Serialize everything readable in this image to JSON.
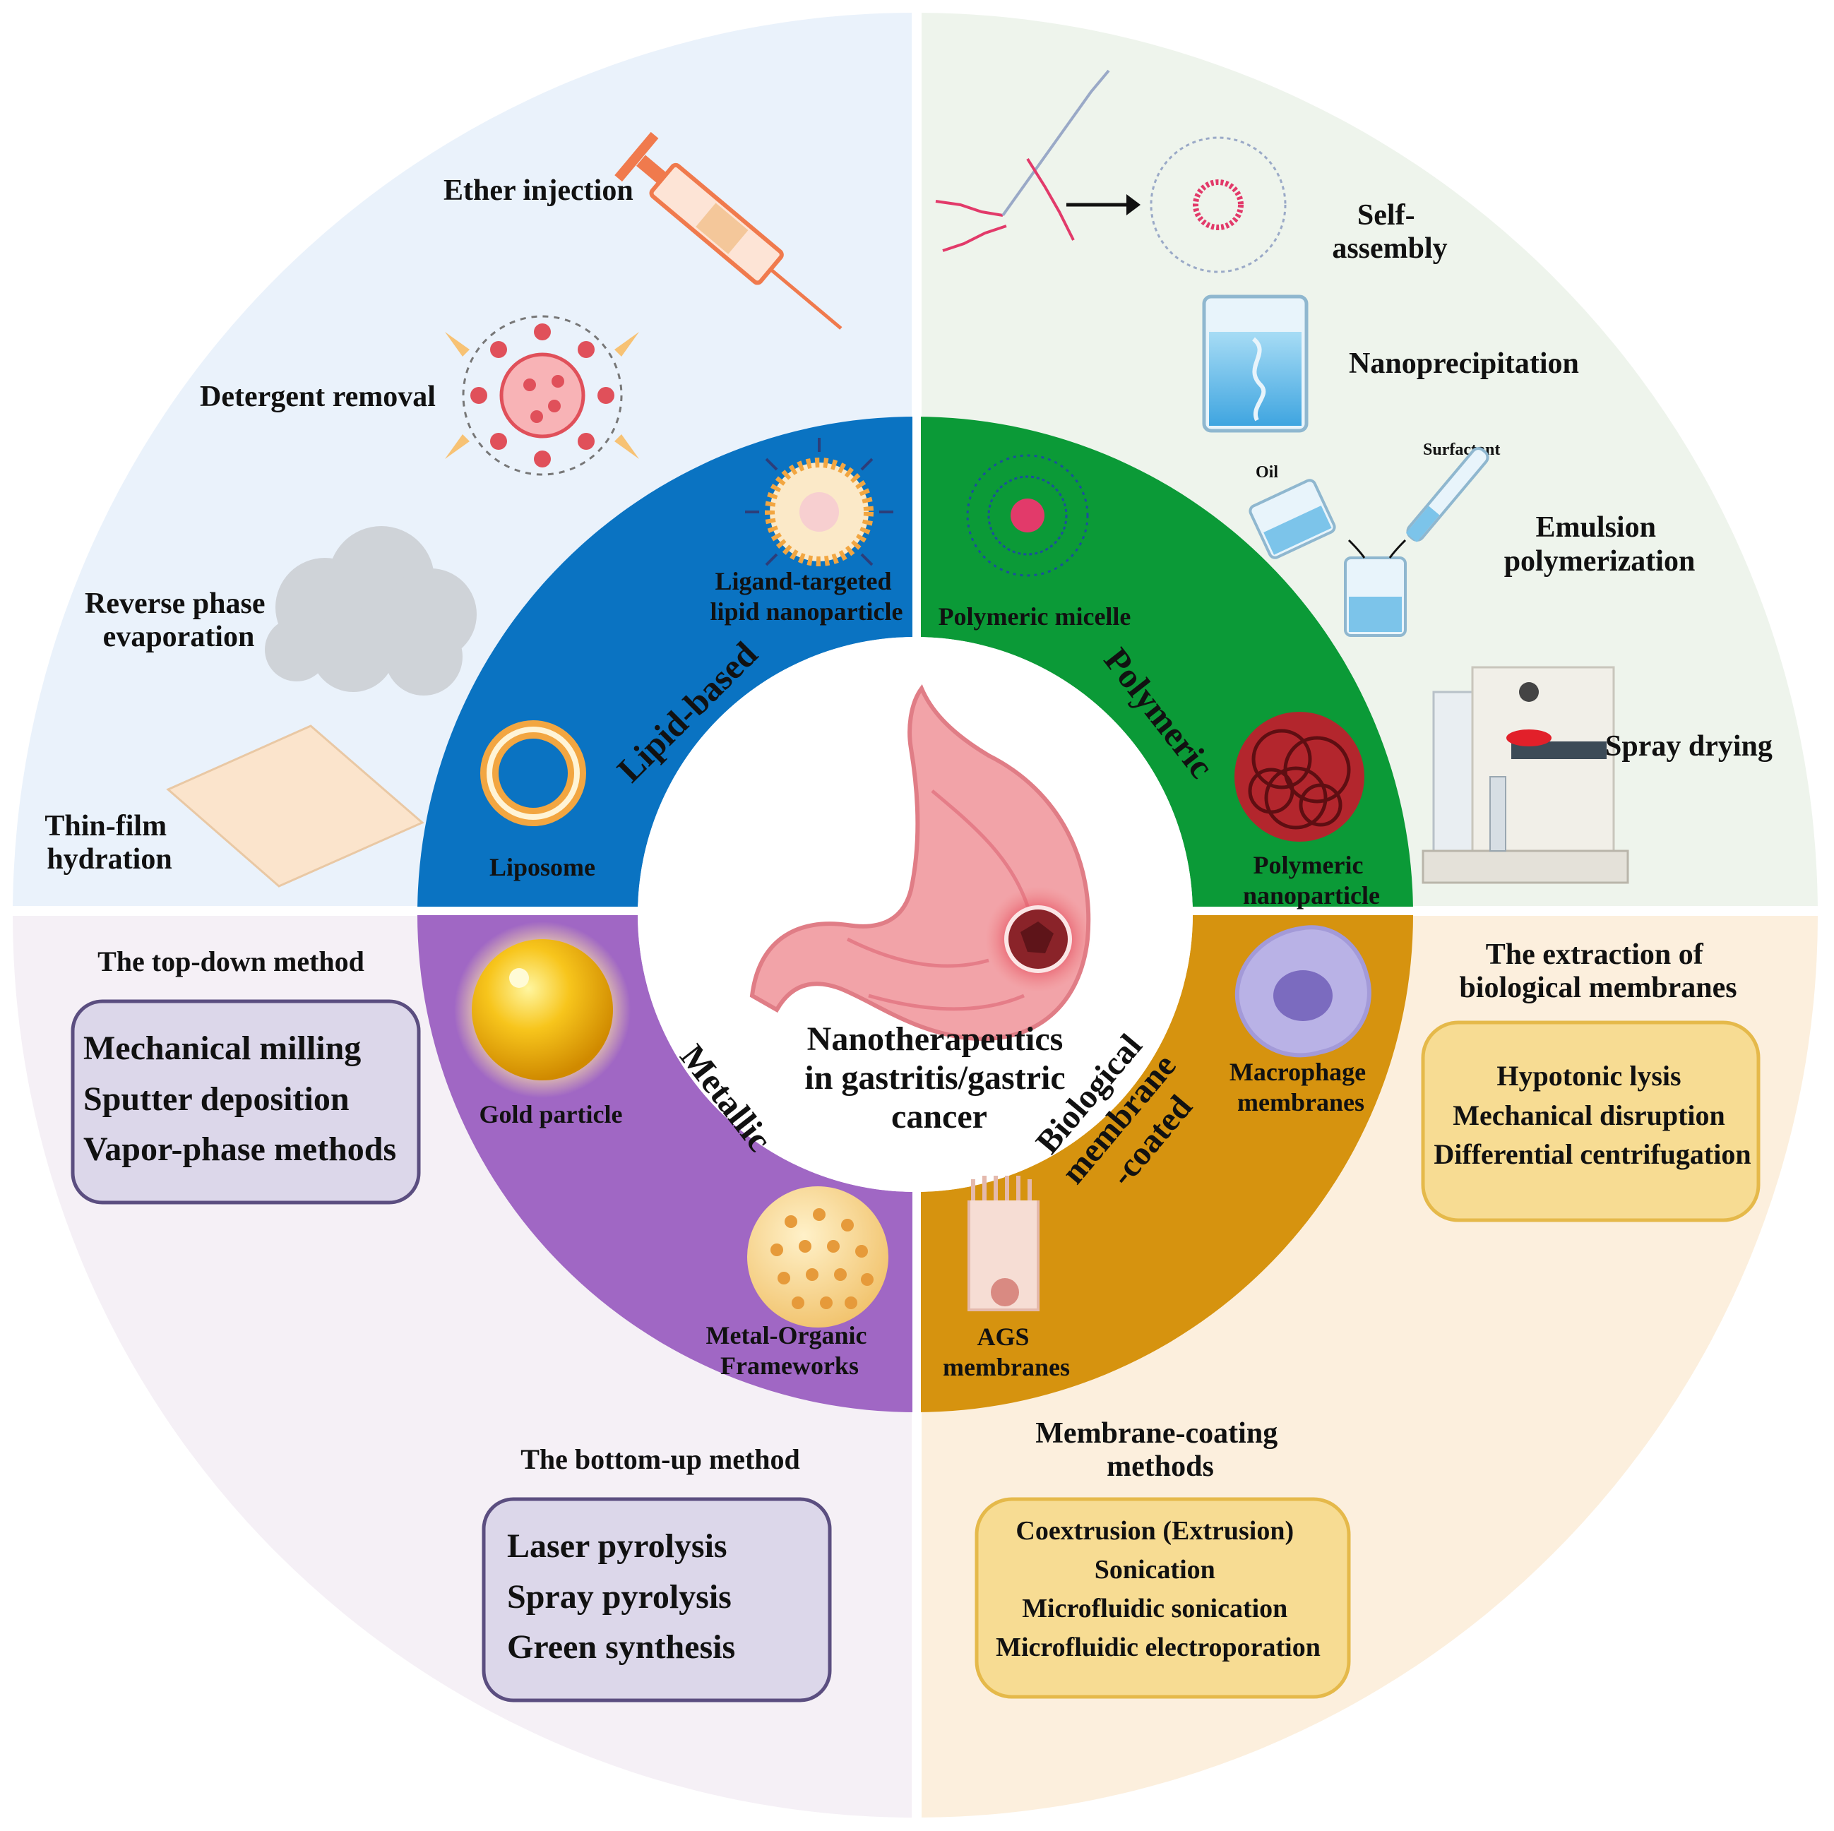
{
  "center": {
    "title_lines": [
      "Nanotherapeutics",
      "in gastritis/gastric",
      "cancer"
    ]
  },
  "categories": {
    "lipid": {
      "name": "Lipid-based",
      "items": [
        "Ligand-targeted",
        "lipid nanoparticle",
        "Liposome"
      ]
    },
    "polymeric": {
      "name": "Polymeric",
      "items": [
        "Polymeric micelle",
        "Polymeric",
        "nanoparticle"
      ]
    },
    "metallic": {
      "name": "Metallic",
      "items": [
        "Gold particle",
        "Metal-Organic",
        "Frameworks"
      ]
    },
    "biological": {
      "name_lines": [
        "Biological",
        "membrane",
        "-coated"
      ],
      "items": [
        "Macrophage",
        "membranes",
        "AGS",
        "membranes"
      ]
    }
  },
  "lipid_methods": {
    "ether": "Ether injection",
    "detergent": "Detergent removal",
    "reverse": [
      "Reverse phase",
      "evaporation"
    ],
    "thin_film": [
      "Thin-film",
      "hydration"
    ]
  },
  "polymeric_methods": {
    "self_assembly": [
      "Self-",
      "assembly"
    ],
    "nanoprecipitation": "Nanoprecipitation",
    "oil": "Oil",
    "surfactant": "Surfactant",
    "emulsion": [
      "Emulsion",
      "polymerization"
    ],
    "spray": "Spray drying"
  },
  "metallic_methods": {
    "top_down_title": "The top-down method",
    "top_down_items": [
      "Mechanical milling",
      "Sputter deposition",
      "Vapor-phase methods"
    ],
    "bottom_up_title": "The bottom-up method",
    "bottom_up_items": [
      "Laser pyrolysis",
      "Spray pyrolysis",
      "Green synthesis"
    ]
  },
  "biological_methods": {
    "extraction_title": [
      "The extraction of",
      "biological membranes"
    ],
    "extraction_items": [
      "Hypotonic lysis",
      "Mechanical disruption",
      "Differential centrifugation"
    ],
    "coating_title": [
      "Membrane-coating",
      "methods"
    ],
    "coating_items": [
      "Coextrusion (Extrusion)",
      "Sonication",
      "Microfluidic sonication",
      "Microfluidic electroporation"
    ]
  },
  "colors": {
    "lipid_ring": "#0a73c2",
    "polymeric_ring": "#0b9a37",
    "metallic_ring": "#a067c4",
    "biological_ring": "#d6930f",
    "lipid_bg": "#eaf2fb",
    "polymeric_bg": "#eef4ec",
    "metallic_bg": "#f5f0f6",
    "biological_bg": "#fcefdd"
  }
}
